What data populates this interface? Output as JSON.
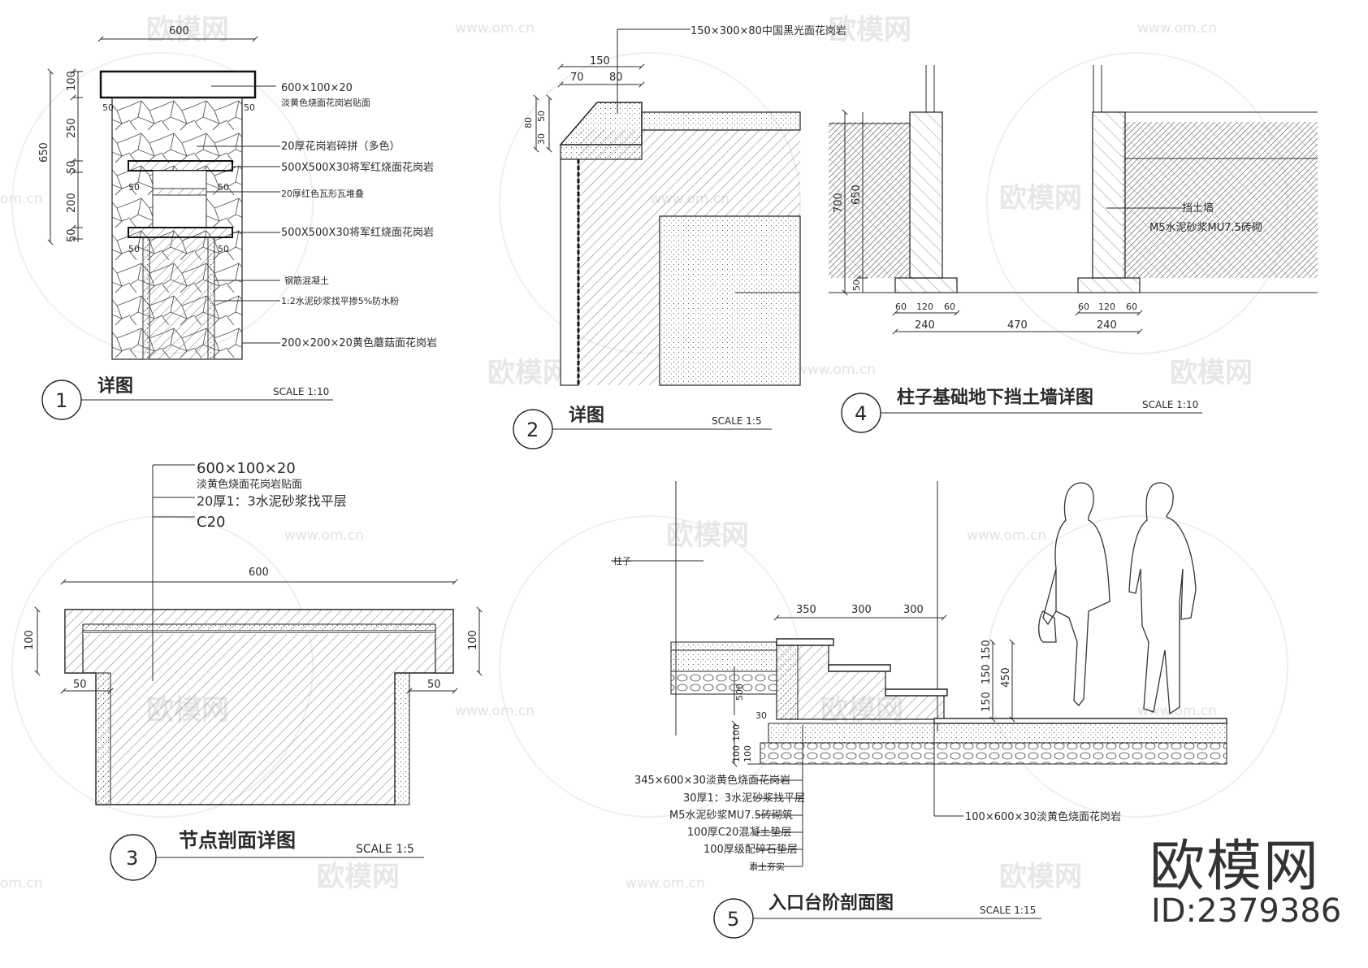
{
  "watermark": {
    "brand": "欧模网",
    "url": "www.om.cn",
    "partial_url": "om.cn"
  },
  "brand": {
    "name": "欧模网",
    "id": "ID:2379386"
  },
  "d1": {
    "title": "详图",
    "scale": "SCALE 1:10",
    "number": "1",
    "dims": {
      "w600": "600",
      "h650": "650",
      "h100": "100",
      "h250": "250",
      "h50a": "50",
      "h200": "200",
      "h50b": "50",
      "m50": "50"
    },
    "labels": [
      "600×100×20",
      "淡黄色烧面花岗岩贴面",
      "20厚花岗岩碎拼（多色）",
      "500X500X30将军红烧面花岗岩",
      "20厚红色瓦形瓦堆叠",
      "500X500X30将军红烧面花岗岩",
      "钢筋混凝土",
      "1:2水泥砂浆找平掺5%防水粉",
      "200×200×20黄色蘑菇面花岗岩"
    ]
  },
  "d2": {
    "title": "详图",
    "scale": "SCALE 1:5",
    "number": "2",
    "label": "150×300×80中国黑光面花岗岩",
    "dims": {
      "w150": "150",
      "w70": "70",
      "w80": "80",
      "h80": "80",
      "h50": "50",
      "h30": "30"
    }
  },
  "d3": {
    "title": "节点剖面详图",
    "scale": "SCALE 1:5",
    "number": "3",
    "labels": [
      "600×100×20",
      "淡黄色烧面花岗岩贴面",
      "20厚1：3水泥砂浆找平层",
      "C20"
    ],
    "dims": {
      "w600": "600",
      "h100l": "100",
      "h100r": "100",
      "w50l": "50",
      "w50r": "50"
    }
  },
  "d4": {
    "title": "柱子基础地下挡土墙详图",
    "scale": "SCALE 1:10",
    "number": "4",
    "label1": "挡土墙",
    "label2": "M5水泥砂浆MU7.5砖砌",
    "dims": {
      "h700": "700",
      "h650": "650",
      "h50": "50",
      "a60": "60",
      "a120": "120",
      "a60b": "60",
      "a240": "240",
      "mid470": "470",
      "b60": "60",
      "b120": "120",
      "b60b": "60",
      "b240": "240"
    }
  },
  "d5": {
    "title": "入口台阶剖面图",
    "scale": "SCALE 1:15",
    "number": "5",
    "column_label": "柱子",
    "dims": {
      "s350": "350",
      "s300a": "300",
      "s300b": "300",
      "h150a": "150",
      "h150b": "150",
      "h150c": "150",
      "h450": "450",
      "h500": "500",
      "h100a": "100",
      "h100b": "100",
      "h100c": "100",
      "h30": "30"
    },
    "layers": [
      "345×600×30淡黄色烧面花岗岩",
      "30厚1：3水泥砂浆找平层",
      "M5水泥砂浆MU7.5砖砌筑",
      "100厚C20混凝土垫层",
      "100厚级配碎石垫层",
      "素土夯实"
    ],
    "right_label": "100×600×30淡黄色烧面花岗岩"
  }
}
